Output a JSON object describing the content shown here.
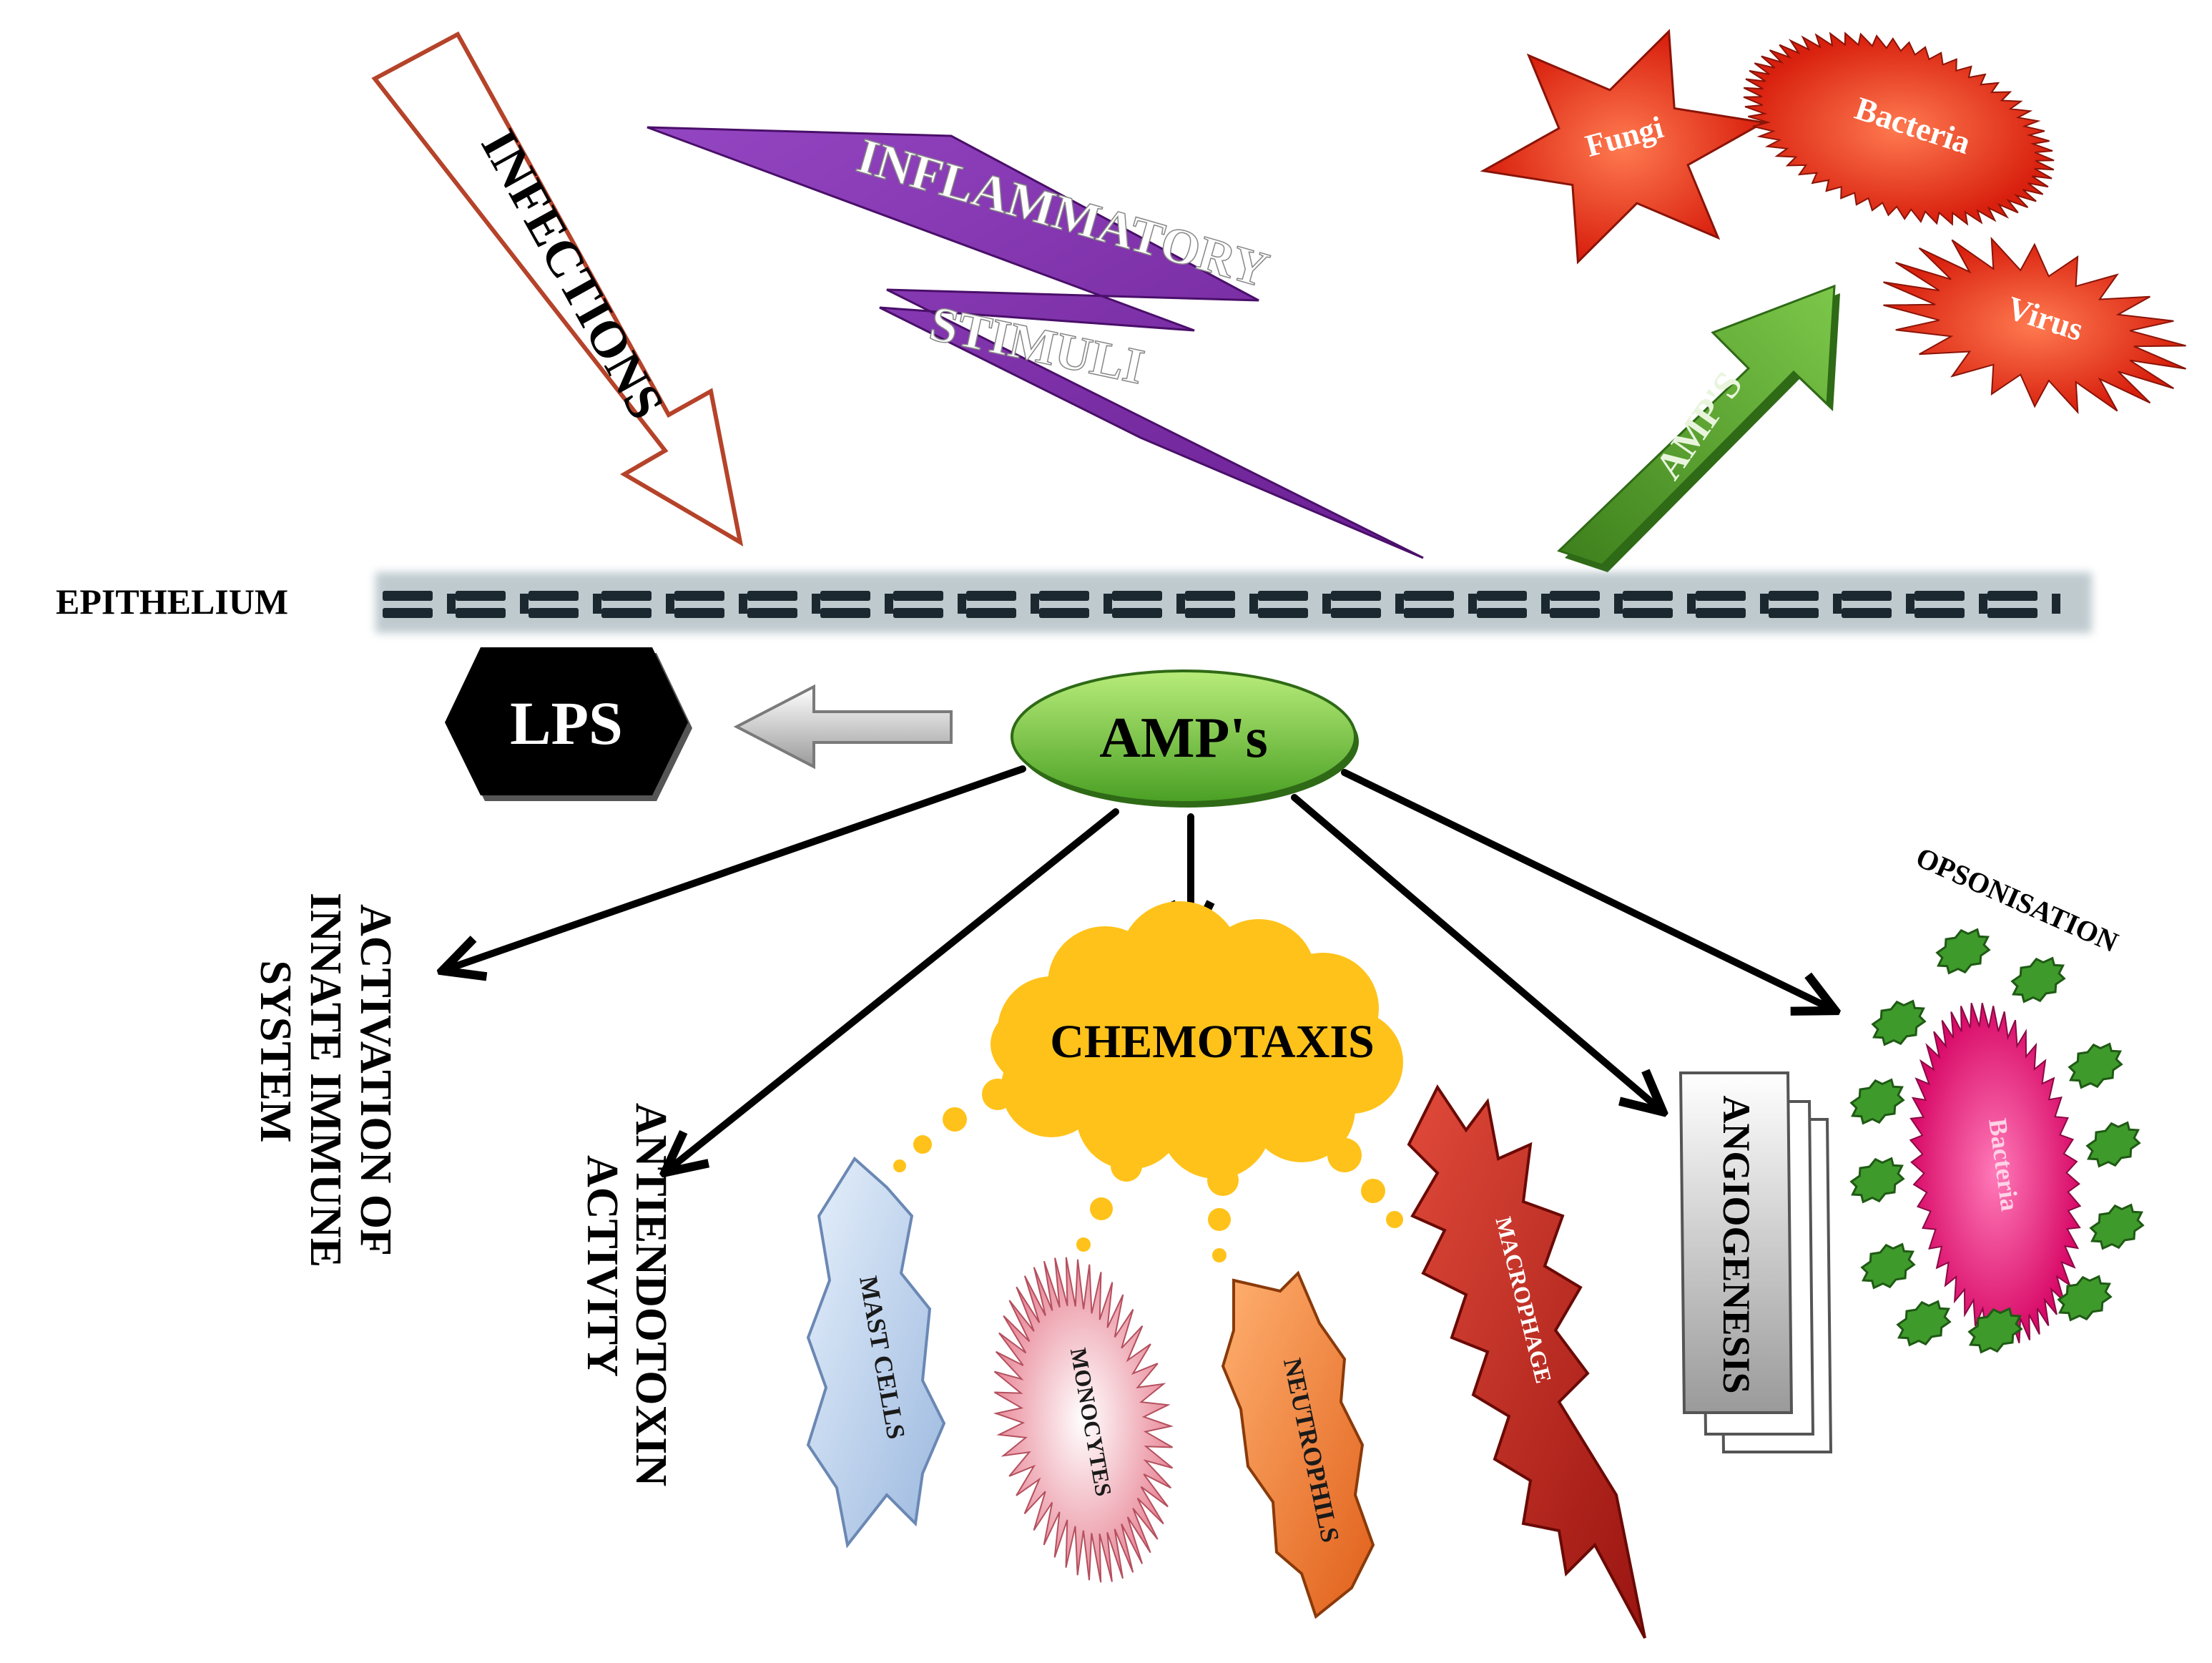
{
  "labels": {
    "infections": "INFECTIONS",
    "inflammatory": "INFLAMMATORY",
    "stimuli": "STIMULI",
    "amp_arrow": "AMP'S",
    "fungi": "Fungi",
    "bacteria_top": "Bacteria",
    "virus": "Virus",
    "epithelium": "EPITHELIUM",
    "lps": "LPS",
    "amps": "AMP's",
    "activation_line1": "ACTIVATION OF",
    "activation_line2": "INNATE IMMUNE",
    "activation_line3": "SYSTEM",
    "antiendotoxin_line1": "ANTIENDOTOXIN",
    "antiendotoxin_line2": "ACTIVITY",
    "chemotaxis": "CHEMOTAXIS",
    "mast_cells": "MAST CELLS",
    "monocytes": "MONOCYTES",
    "neutrophils": "NEUTROPHILS",
    "macrophage": "MACROPHAGE",
    "angiogenesis": "ANGIOGENESIS",
    "opsonisation": "OPSONISATION",
    "bacteria_ops": "Bacteria"
  },
  "colors": {
    "infections_arrow_outline": "#b5432a",
    "stimuli_bolt": "#7a2ea0",
    "amp_arrow": "#4f9a2a",
    "pathogen": "#e8321c",
    "epithelium": "#1c2830",
    "amps_ellipse": "#6cc23a",
    "chemotaxis_cloud": "#ffc21a",
    "mast_cells": "#bcd3ef",
    "monocytes": "#f4b8c0",
    "neutrophils": "#ef7a2a",
    "macrophage": "#c0261c",
    "angiogenesis": "#d9d9d9",
    "ops_bacteria": "#e8157a",
    "ops_leaves": "#3f9a2c"
  }
}
